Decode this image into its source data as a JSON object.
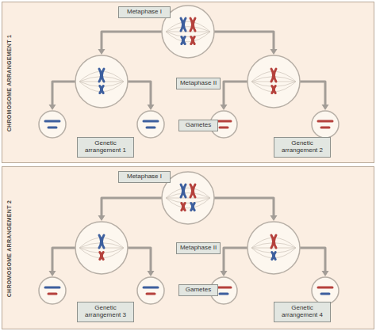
{
  "diagram": {
    "nodes": [
      {
        "text": [
          "CHROMOSOME ARRANGEMENT 1"
        ]
      },
      {
        "text": [
          "Metaphase I"
        ],
        "in": 0
      },
      {
        "text": [
          "Metaphase II"
        ],
        "in": 0
      },
      {
        "text": [
          "Gametes"
        ],
        "in": 0
      },
      {
        "text": [
          "Genetic arrangement 1"
        ],
        "in": 0
      },
      {
        "text": [
          "Genetic arrangement 2"
        ],
        "in": 0
      },
      {
        "text": [
          "CHROMOSOME ARRANGEMENT 2"
        ]
      },
      {
        "text": [
          "Metaphase I"
        ],
        "in": 6
      },
      {
        "text": [
          "Metaphase II"
        ],
        "in": 6
      },
      {
        "text": [
          "Gametes"
        ],
        "in": 6
      },
      {
        "text": [
          "Genetic arrangement 3"
        ],
        "in": 6
      },
      {
        "text": [
          "Genetic arrangement 4"
        ],
        "in": 6
      }
    ]
  }
}
